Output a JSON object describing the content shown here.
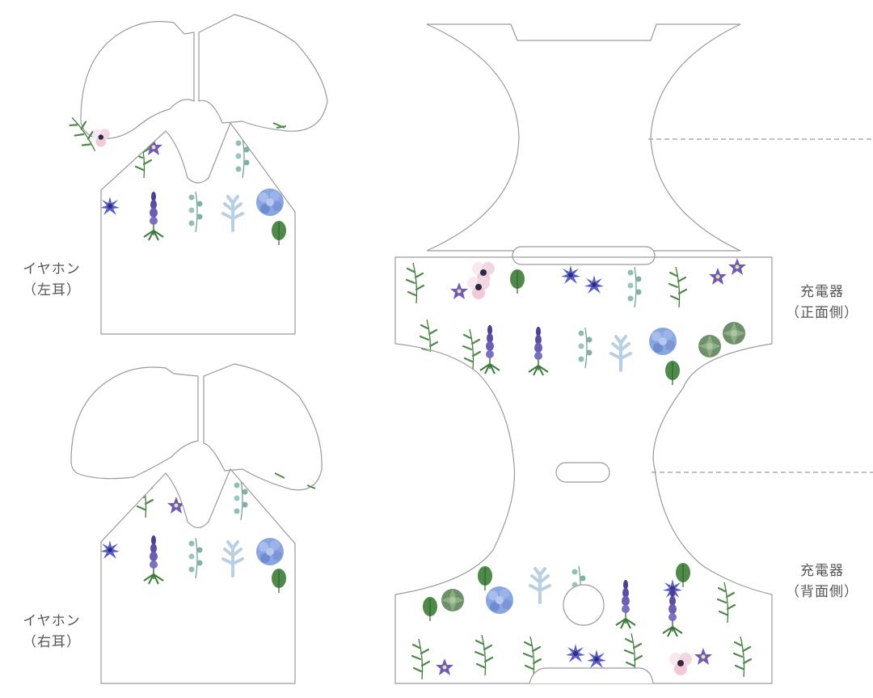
{
  "labels": {
    "earphone_left": {
      "line1": "イヤホン",
      "line2": "（左耳）"
    },
    "earphone_right": {
      "line1": "イヤホン",
      "line2": "（右耳）"
    },
    "charger_front": {
      "line1": "充電器",
      "line2": "（正面側）"
    },
    "charger_back": {
      "line1": "充電器",
      "line2": "（背面側）"
    }
  },
  "colors": {
    "outline": "#9a9a9a",
    "guide": "#9a9a9a",
    "label_text": "#555555",
    "leaf_green": "#4f8a4a",
    "leaf_dark": "#2f5e33",
    "eucalyptus": "#7fb2a0",
    "hydrangea": "#7d99d8",
    "lupine": "#5a4fa0",
    "cornflower": "#5a5fc8",
    "clematis": "#6f5ab8",
    "anemone_pink": "#f2c9d6",
    "anemone_center": "#2a2a44",
    "dusty_miller": "#b9cfe2",
    "succulent": "#6f8f6a"
  },
  "icons": [
    "floral-pattern"
  ]
}
